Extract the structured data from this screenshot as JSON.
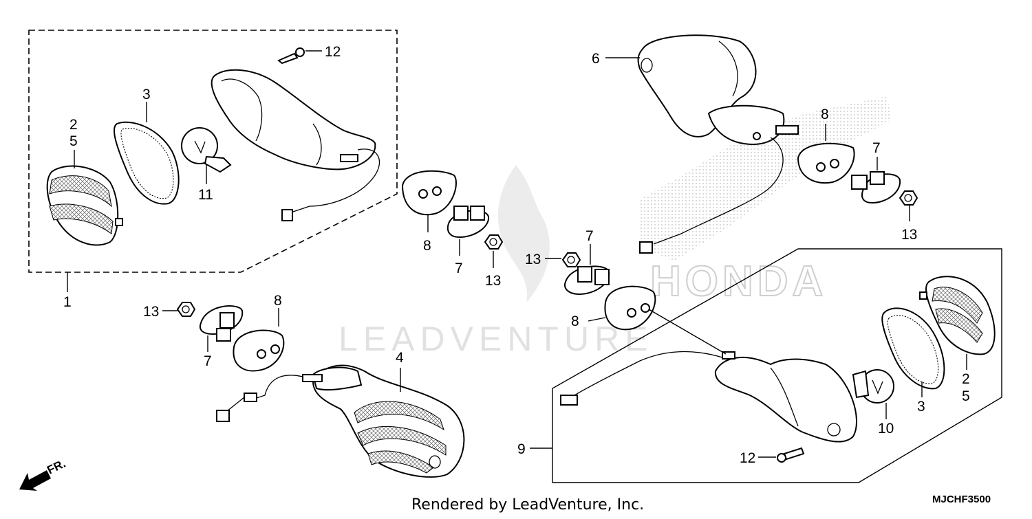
{
  "diagram": {
    "footer_text": "Rendered by LeadVenture, Inc.",
    "diagram_code": "MJCHF3500",
    "watermark_text": "LEADVENTURE",
    "brand_text": "HONDA",
    "direction_label": "FR.",
    "callouts": {
      "c1": "1",
      "c2a": "2",
      "c5a": "5",
      "c3a": "3",
      "c11": "11",
      "c12a": "12",
      "c6": "6",
      "c8a": "8",
      "c7a": "7",
      "c13a": "13",
      "c8b": "8",
      "c7b": "7",
      "c13b": "13",
      "c7c": "7",
      "c13c": "13",
      "c8c": "8",
      "c13d": "13",
      "c8d": "8",
      "c7d": "7",
      "c4": "4",
      "c9": "9",
      "c12b": "12",
      "c10": "10",
      "c3b": "3",
      "c2b": "2",
      "c5b": "5"
    }
  }
}
